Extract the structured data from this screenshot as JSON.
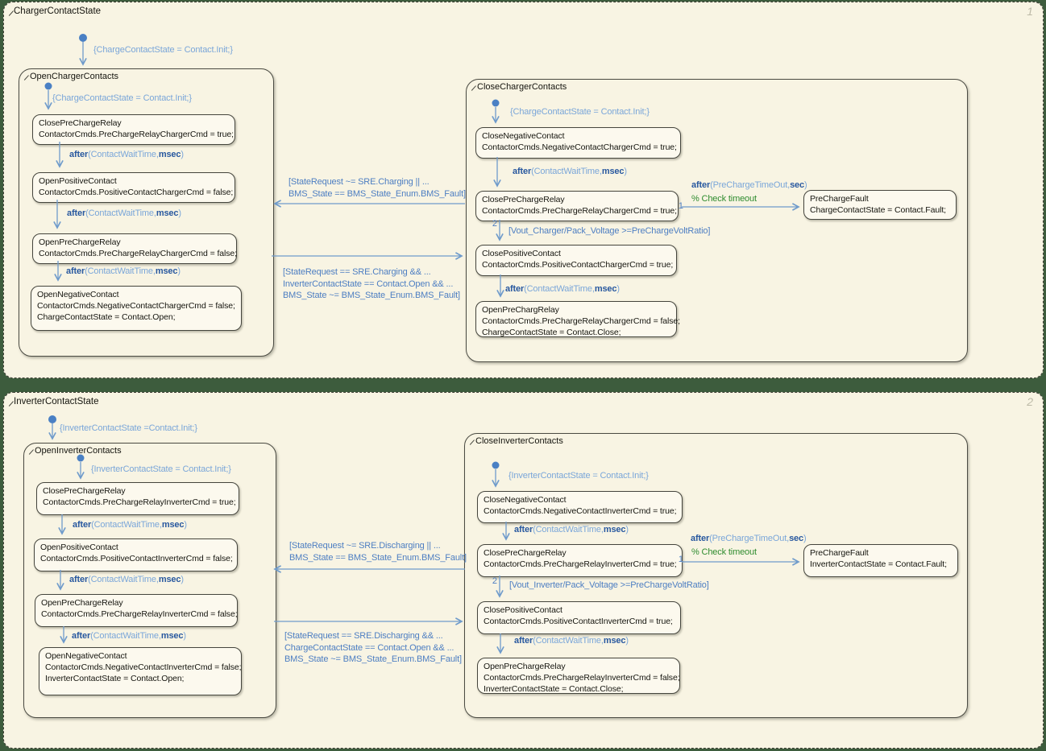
{
  "labels": {
    "after_wait": {
      "kw1": "after",
      "open": "(ContactWaitTime,",
      "kw2": "msec",
      "close": ")"
    },
    "after_timeout": {
      "kw1": "after",
      "open": "(PreChargeTimeOut,",
      "kw2": "sec",
      "close": ")"
    },
    "check_timeout": "% Check timeout"
  },
  "charger": {
    "title": "ChargerContactState",
    "order": "1",
    "init_action": "{ChargeContactState = Contact.Init;}",
    "open": {
      "title": "OpenChargerContacts",
      "init_action": "{ChargeContactState = Contact.Init;}",
      "states": [
        {
          "name": "ClosePreChargeRelay",
          "code": [
            "ContactorCmds.PreChargeRelayChargerCmd = true;"
          ]
        },
        {
          "name": "OpenPositiveContact",
          "code": [
            "ContactorCmds.PositiveContactChargerCmd = false;"
          ]
        },
        {
          "name": "OpenPreChargeRelay",
          "code": [
            "ContactorCmds.PreChargeRelayChargerCmd = false;"
          ]
        },
        {
          "name": "OpenNegativeContact",
          "code": [
            "ContactorCmds.NegativeContactChargerCmd = false;",
            "ChargeContactState = Contact.Open;"
          ]
        }
      ]
    },
    "close": {
      "title": "CloseChargerContacts",
      "init_action": "{ChargeContactState = Contact.Init;}",
      "branch_fault": "1",
      "branch_next": "2",
      "precharge_cond": "[Vout_Charger/Pack_Voltage >=PreChargeVoltRatio]",
      "states": [
        {
          "name": "CloseNegativeContact",
          "code": [
            "ContactorCmds.NegativeContactChargerCmd = true;"
          ]
        },
        {
          "name": "ClosePreChargeRelay",
          "code": [
            "ContactorCmds.PreChargeRelayChargerCmd = true;"
          ]
        },
        {
          "name": "ClosePositiveContact",
          "code": [
            "ContactorCmds.PositiveContactChargerCmd = true;"
          ]
        },
        {
          "name": "OpenPreChargRelay",
          "code": [
            "ContactorCmds.PreChargeRelayChargerCmd = false;",
            "ChargeContactState = Contact.Close;"
          ]
        }
      ],
      "fault": {
        "name": "PreChargeFault",
        "code": [
          "ChargeContactState = Contact.Fault;"
        ]
      }
    },
    "to_open_cond": [
      "[StateRequest ~= SRE.Charging || ...",
      "BMS_State == BMS_State_Enum.BMS_Fault]"
    ],
    "to_close_cond": [
      "[StateRequest == SRE.Charging && ...",
      "InverterContactState == Contact.Open && ...",
      "BMS_State ~= BMS_State_Enum.BMS_Fault]"
    ]
  },
  "inverter": {
    "title": "InverterContactState",
    "order": "2",
    "init_action": "{InverterContactState =Contact.Init;}",
    "open": {
      "title": "OpenInverterContacts",
      "init_action": "{InverterContactState = Contact.Init;}",
      "states": [
        {
          "name": "ClosePreChargeRelay",
          "code": [
            "ContactorCmds.PreChargeRelayInverterCmd = true;"
          ]
        },
        {
          "name": "OpenPositiveContact",
          "code": [
            "ContactorCmds.PositiveContactInverterCmd = false;"
          ]
        },
        {
          "name": "OpenPreChargeRelay",
          "code": [
            "ContactorCmds.PreChargeRelayInverterCmd = false;"
          ]
        },
        {
          "name": "OpenNegativeContact",
          "code": [
            "ContactorCmds.NegativeContactInverterCmd = false;",
            "InverterContactState = Contact.Open;"
          ]
        }
      ]
    },
    "close": {
      "title": "CloseInverterContacts",
      "init_action": "{InverterContactState = Contact.Init;}",
      "branch_fault": "1",
      "branch_next": "2",
      "precharge_cond": "[Vout_Inverter/Pack_Voltage >=PreChargeVoltRatio]",
      "states": [
        {
          "name": "CloseNegativeContact",
          "code": [
            "ContactorCmds.NegativeContactInverterCmd = true;"
          ]
        },
        {
          "name": "ClosePreChargeRelay",
          "code": [
            "ContactorCmds.PreChargeRelayInverterCmd = true;"
          ]
        },
        {
          "name": "ClosePositiveContact",
          "code": [
            "ContactorCmds.PositiveContactInverterCmd = true;"
          ]
        },
        {
          "name": "OpenPreChargeRelay",
          "code": [
            "ContactorCmds.PreChargeRelayInverterCmd = false;",
            "InverterContactState = Contact.Close;"
          ]
        }
      ],
      "fault": {
        "name": "PreChargeFault",
        "code": [
          "InverterContactState = Contact.Fault;"
        ]
      }
    },
    "to_open_cond": [
      "[StateRequest ~= SRE.Discharging || ...",
      "BMS_State == BMS_State_Enum.BMS_Fault]"
    ],
    "to_close_cond": [
      "[StateRequest == SRE.Discharging && ...",
      "ChargeContactState == Contact.Open && ...",
      "BMS_State ~= BMS_State_Enum.BMS_Fault]"
    ]
  }
}
